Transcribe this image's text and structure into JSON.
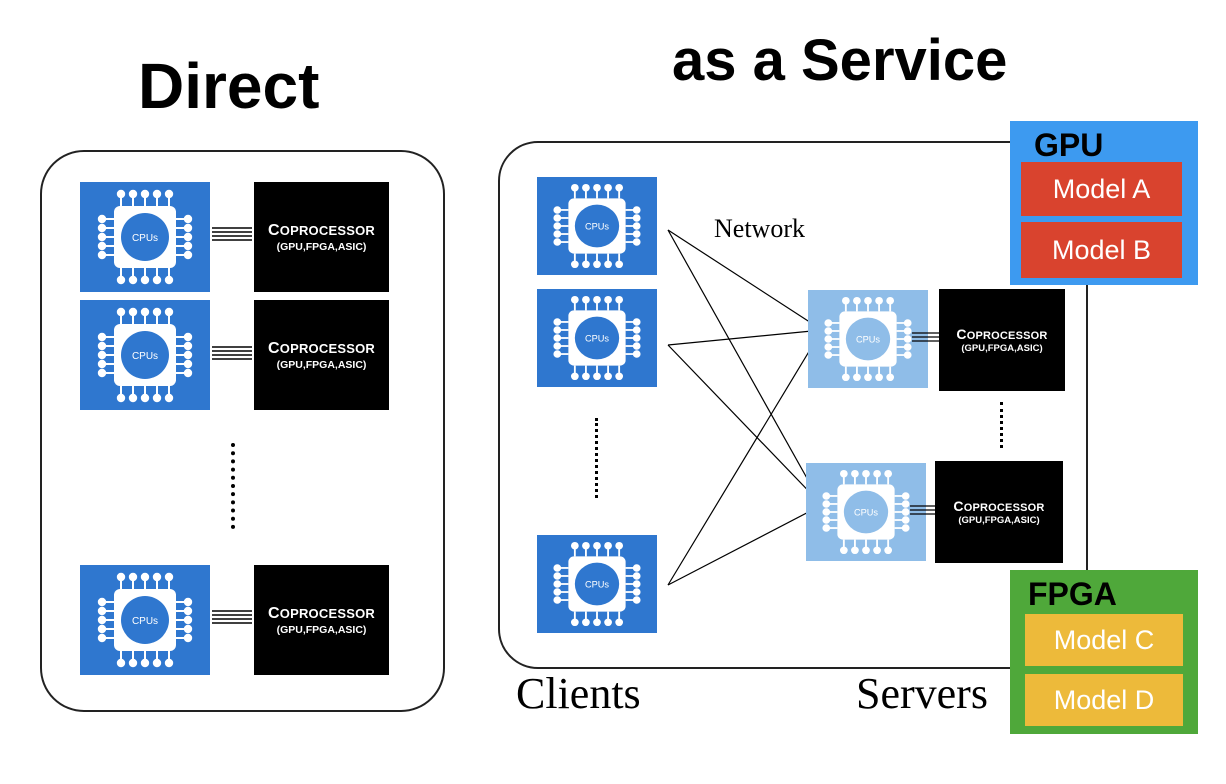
{
  "titles": {
    "direct": "Direct",
    "service": "as a Service"
  },
  "cpu_label": "CPUs",
  "coprocessor": {
    "line1_first": "C",
    "line1_rest": "OPROCESSOR",
    "line2": "(GPU,FPGA,ASIC)"
  },
  "network_label": "Network",
  "clients_label": "Clients",
  "servers_label": "Servers",
  "gpu_box": {
    "label": "GPU",
    "models": [
      "Model A",
      "Model B"
    ]
  },
  "fpga_box": {
    "label": "FPGA",
    "models": [
      "Model C",
      "Model D"
    ]
  },
  "colors": {
    "cpu_dark": "#2f77cf",
    "cpu_light": "#8fbde8",
    "coprocessor": "#000000",
    "gpu_bg": "#3d9af0",
    "gpu_model": "#d9432e",
    "fpga_bg": "#4fa83a",
    "fpga_model": "#edba3a"
  }
}
